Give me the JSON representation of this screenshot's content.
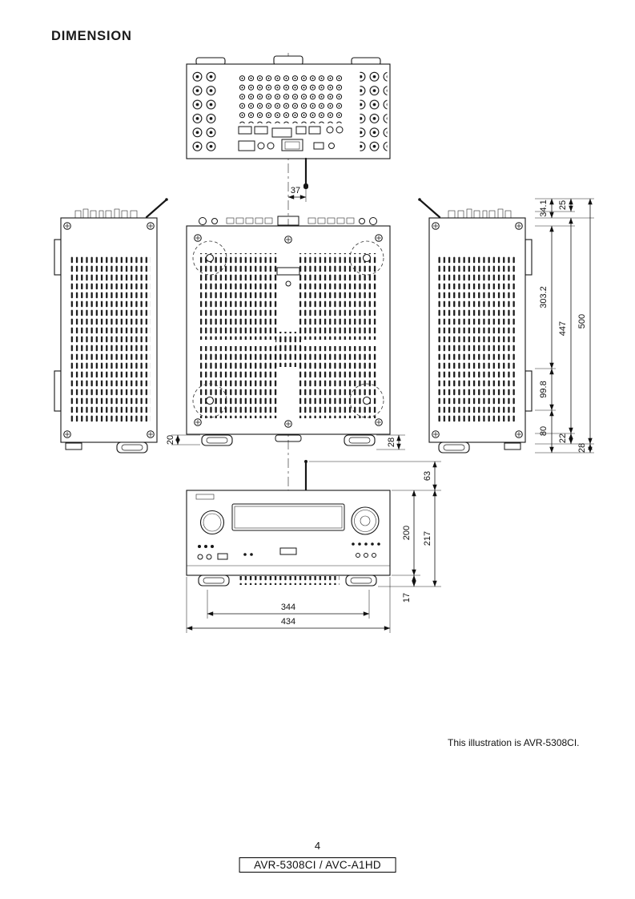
{
  "page": {
    "title": "DIMENSION",
    "illustration_note": "This illustration is AVR-5308CI.",
    "page_number": "4",
    "footer_model": "AVR-5308CI / AVC-A1HD"
  },
  "dims": {
    "rear_antenna_offset": "37",
    "plan_left_foot": "20",
    "plan_right_foot": "28",
    "depth_34_1": "34.1",
    "depth_25": "25",
    "depth_303_2": "303.2",
    "depth_447": "447",
    "depth_500": "500",
    "depth_99_8": "99.8",
    "depth_80": "80",
    "depth_22": "22",
    "depth_28": "28",
    "front_antenna_63": "63",
    "front_height_200": "200",
    "front_height_217": "217",
    "front_foot_17": "17",
    "front_width_344": "344",
    "front_width_434": "434"
  }
}
